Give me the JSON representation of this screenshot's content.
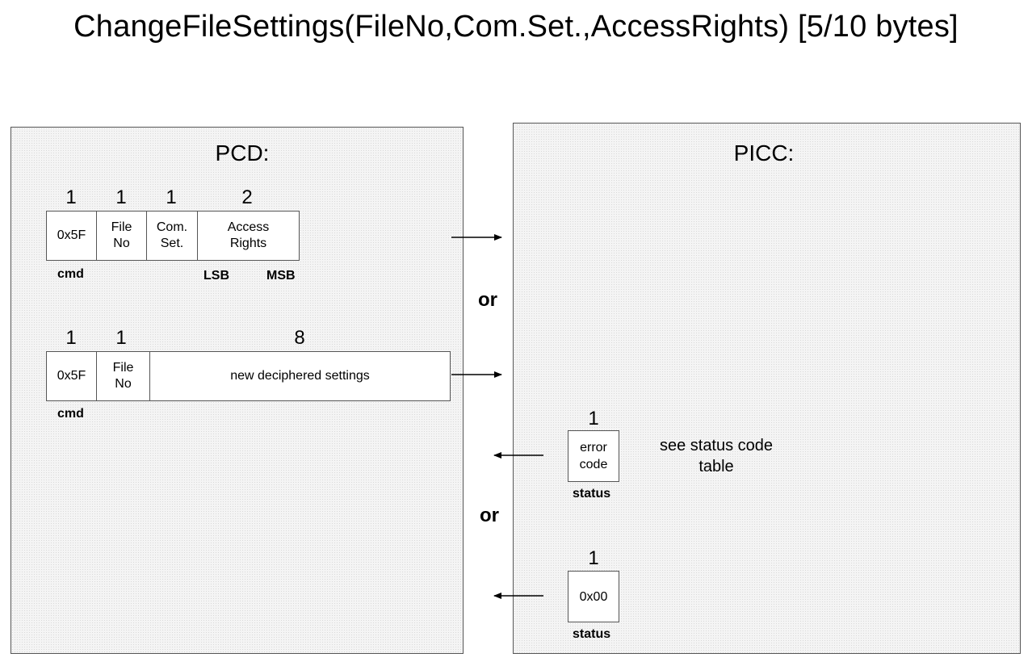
{
  "title": "ChangeFileSettings(FileNo,Com.Set.,AccessRights) [5/10 bytes]",
  "pcd": {
    "label": "PCD:",
    "frame1": {
      "sizes": [
        "1",
        "1",
        "1",
        "2"
      ],
      "cells": [
        "0x5F",
        "File\nNo",
        "Com.\nSet.",
        "Access\nRights"
      ],
      "cmd_label": "cmd",
      "lsb_label": "LSB",
      "msb_label": "MSB"
    },
    "frame2": {
      "sizes": [
        "1",
        "1",
        "8"
      ],
      "cells": [
        "0x5F",
        "File\nNo",
        "new deciphered settings"
      ],
      "cmd_label": "cmd"
    },
    "or_label": "or"
  },
  "picc": {
    "label": "PICC:",
    "response1": {
      "size": "1",
      "cell": "error\ncode",
      "status_label": "status",
      "note": "see status code\ntable"
    },
    "response2": {
      "size": "1",
      "cell": "0x00",
      "status_label": "status"
    },
    "or_label": "or"
  }
}
